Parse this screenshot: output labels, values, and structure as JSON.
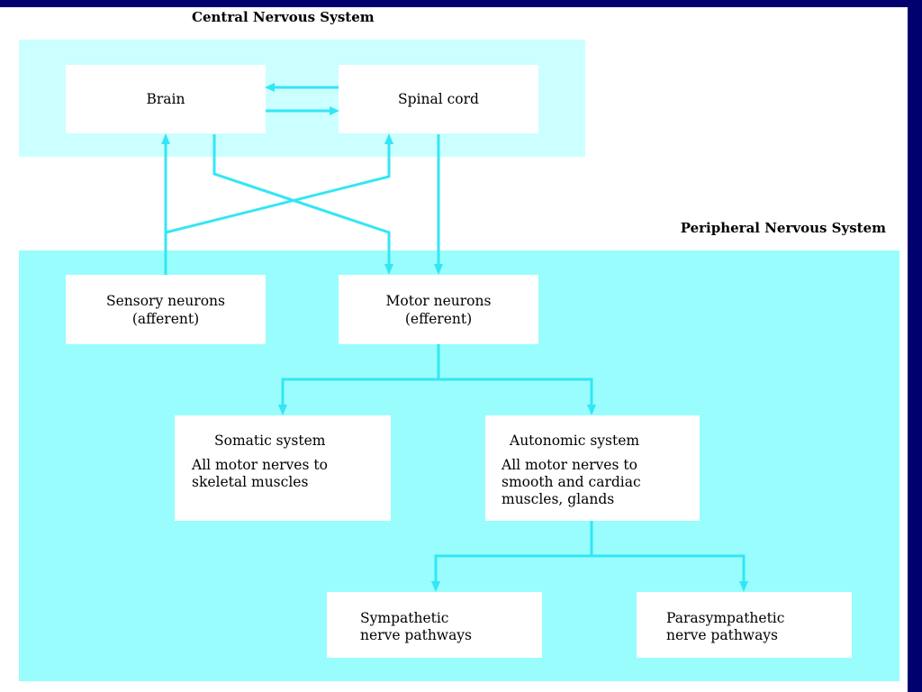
{
  "diagram": {
    "cns_heading": "Central Nervous System",
    "pns_heading": "Peripheral Nervous System",
    "brain": "Brain",
    "spinal_cord": "Spinal cord",
    "sensory": {
      "line1": "Sensory neurons",
      "line2": "(afferent)"
    },
    "motor": {
      "line1": "Motor neurons",
      "line2": "(efferent)"
    },
    "somatic": {
      "title": "Somatic system",
      "line1": "All motor nerves to",
      "line2": "skeletal muscles"
    },
    "autonomic": {
      "title": "Autonomic system",
      "line1": "All motor nerves to",
      "line2": "smooth and cardiac",
      "line3": "muscles, glands"
    },
    "sympathetic": {
      "line1": "Sympathetic",
      "line2": "nerve pathways"
    },
    "parasympathetic": {
      "line1": "Parasympathetic",
      "line2": "nerve pathways"
    },
    "colors": {
      "arrow": "#33e6f5",
      "cns_region": "#ccffff",
      "pns_region": "#99fdfd",
      "frame": "#00006e"
    }
  }
}
